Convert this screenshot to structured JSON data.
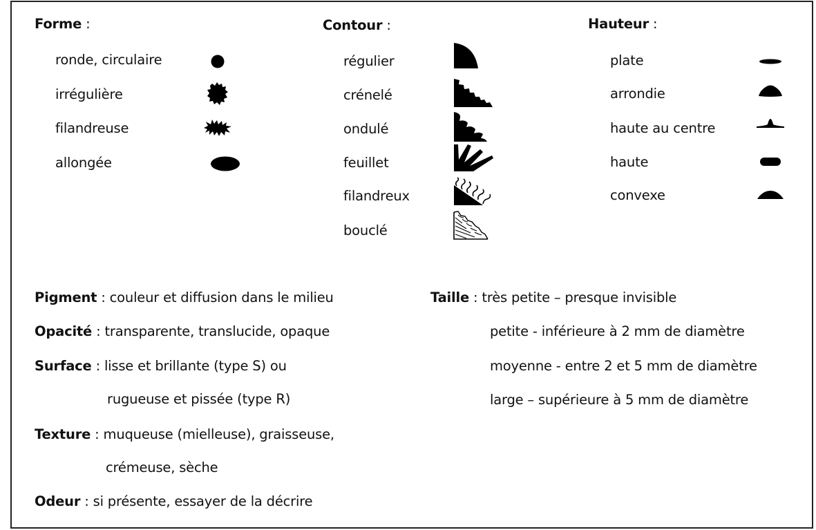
{
  "forme": {
    "title": "Forme",
    "colon": " :",
    "items": [
      {
        "label": "ronde, circulaire",
        "icon": "round-colony-icon"
      },
      {
        "label": "irrégulière",
        "icon": "irregular-colony-icon"
      },
      {
        "label": "filandreuse",
        "icon": "filamentous-colony-icon"
      },
      {
        "label": "allongée",
        "icon": "elongated-colony-icon"
      }
    ]
  },
  "contour": {
    "title": "Contour",
    "colon": " :",
    "items": [
      {
        "label": "régulier",
        "icon": "entire-margin-icon"
      },
      {
        "label": "crénelé",
        "icon": "crenate-margin-icon"
      },
      {
        "label": "ondulé",
        "icon": "undulate-margin-icon"
      },
      {
        "label": "feuillet",
        "icon": "lobate-margin-icon"
      },
      {
        "label": "filandreux",
        "icon": "filamentous-margin-icon"
      },
      {
        "label": "bouclé",
        "icon": "curled-margin-icon"
      }
    ]
  },
  "hauteur": {
    "title": "Hauteur",
    "colon": " :",
    "items": [
      {
        "label": "plate",
        "icon": "flat-elevation-icon"
      },
      {
        "label": "arrondie",
        "icon": "raised-elevation-icon"
      },
      {
        "label": "haute au centre",
        "icon": "umbonate-elevation-icon"
      },
      {
        "label": "haute",
        "icon": "high-elevation-icon"
      },
      {
        "label": "convexe",
        "icon": "convex-elevation-icon"
      }
    ]
  },
  "pigment": {
    "term": "Pigment",
    "text": " : couleur et diffusion dans le milieu"
  },
  "opacite": {
    "term": "Opacité",
    "text": " : transparente, translucide, opaque"
  },
  "surface": {
    "term": "Surface",
    "text": " : lisse et brillante (type S) ou",
    "text2": "rugueuse et pissée (type R)"
  },
  "texture": {
    "term": "Texture",
    "text": " : muqueuse (mielleuse), graisseuse,",
    "text2": "crémeuse, sèche"
  },
  "odeur": {
    "term": "Odeur",
    "text": " : si présente, essayer de la décrire"
  },
  "taille": {
    "term": "Taille",
    "text": " : très petite – presque invisible",
    "lines": [
      "petite - inférieure à 2 mm de diamètre",
      "moyenne - entre 2 et 5 mm de diamètre",
      "large – supérieure à 5 mm de diamètre"
    ]
  }
}
